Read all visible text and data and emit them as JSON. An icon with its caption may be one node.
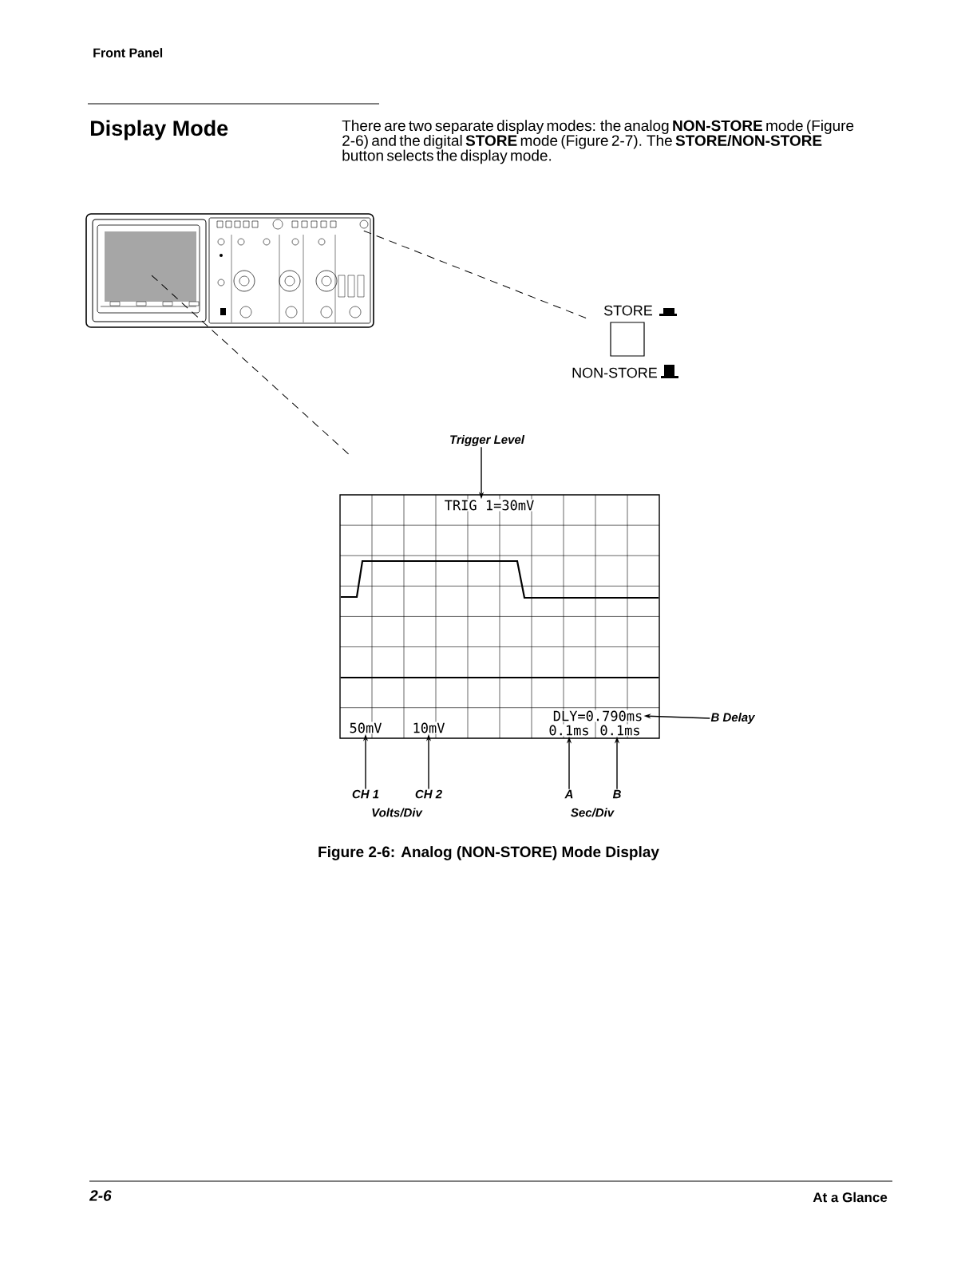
{
  "diagram": {
    "title": "Display Mode",
    "caption": "Figure 2-6: Analog (NON-STORE) Mode Display",
    "nodes": [
      {
        "text": [],
        "shape": "picture"
      },
      {
        "text": [
          "STORE",
          "NON-STORE"
        ]
      },
      {
        "text": [
          "Trigger Level"
        ]
      },
      {
        "text": [],
        "shape": "box"
      },
      {
        "text": [
          "TRIG 1=30mV"
        ],
        "in": 3
      },
      {
        "text": [
          "50mV"
        ],
        "in": 3
      },
      {
        "text": [
          "10mV"
        ],
        "in": 3
      },
      {
        "text": [
          "DLY=0.790ms"
        ],
        "in": 3
      },
      {
        "text": [
          "0.1ms"
        ],
        "in": 3
      },
      {
        "text": [
          "0.1ms"
        ],
        "in": 3
      },
      {
        "text": [
          "CH 1"
        ]
      },
      {
        "text": [
          "CH 2"
        ]
      },
      {
        "text": [
          "A"
        ]
      },
      {
        "text": [
          "B"
        ]
      },
      {
        "text": [
          "B Delay"
        ]
      }
    ],
    "edges": [
      {
        "from": 0,
        "to": 1,
        "arrow": "none",
        "style": "dashed"
      },
      {
        "from": 0,
        "to": 3,
        "arrow": "none",
        "style": "dashed"
      },
      {
        "from": 2,
        "to": 4,
        "arrow": "to"
      },
      {
        "from": 10,
        "to": 5,
        "arrow": "to"
      },
      {
        "from": 11,
        "to": 6,
        "arrow": "to"
      },
      {
        "from": 12,
        "to": 8,
        "arrow": "to"
      },
      {
        "from": 13,
        "to": 9,
        "arrow": "to"
      },
      {
        "from": 14,
        "to": 7,
        "arrow": "to"
      }
    ],
    "labels": [
      "Front Panel",
      "There are two separate display modes: the analog **NON-STORE** mode (Figure 2-6) and the digital **STORE** mode (Figure 2-7). The **STORE/NON-STORE** button selects the display mode.",
      "Volts/Div",
      "Sec/Div",
      "2-6",
      "At a Glance"
    ]
  }
}
